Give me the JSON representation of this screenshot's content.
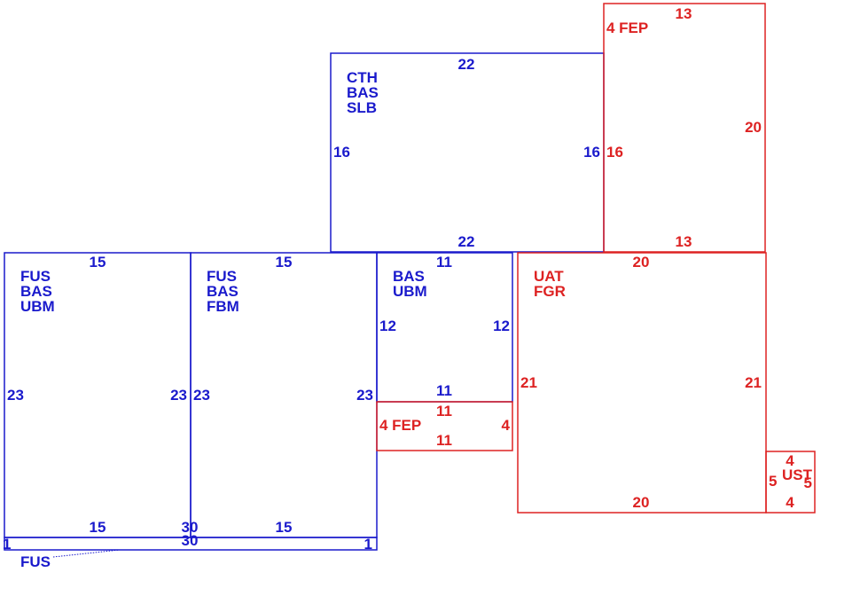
{
  "colors": {
    "blue": "#1a1acc",
    "red": "#dd2222"
  },
  "panels": [
    {
      "id": "cth-bas-slb",
      "color": "blue",
      "code": [
        "CTH",
        "BAS",
        "SLB"
      ],
      "top": "22",
      "bottom": "22",
      "left": "16",
      "right": "16"
    },
    {
      "id": "fep-upper",
      "color": "red",
      "code": [
        "4 FEP"
      ],
      "top": "13",
      "bottom": "13",
      "left": "16",
      "right": "20"
    },
    {
      "id": "fus-bas-ubm",
      "color": "blue",
      "code": [
        "FUS",
        "BAS",
        "UBM"
      ],
      "top": "15",
      "bottom": "15",
      "left": "23",
      "right": "23"
    },
    {
      "id": "fus-bas-fbm",
      "color": "blue",
      "code": [
        "FUS",
        "BAS",
        "FBM"
      ],
      "top": "15",
      "bottom": "15",
      "left": "23",
      "right": "23"
    },
    {
      "id": "bas-ubm",
      "color": "blue",
      "code": [
        "BAS",
        "UBM"
      ],
      "top": "11",
      "bottom": "11",
      "left": "12",
      "right": "12"
    },
    {
      "id": "fep-lower",
      "color": "red",
      "code": [
        "4 FEP"
      ],
      "top": "11",
      "bottom": "11",
      "left": "",
      "right": "4"
    },
    {
      "id": "uat-fgr",
      "color": "red",
      "code": [
        "UAT",
        "FGR"
      ],
      "top": "20",
      "bottom": "20",
      "left": "21",
      "right": "21"
    },
    {
      "id": "ust",
      "color": "red",
      "code": [
        "UST"
      ],
      "top": "4",
      "bottom": "4",
      "left": "5",
      "right": "5"
    },
    {
      "id": "fus-strip",
      "color": "blue",
      "code": [
        "FUS"
      ],
      "top": "30",
      "bottom": "30",
      "left": "1",
      "right": "1"
    }
  ]
}
